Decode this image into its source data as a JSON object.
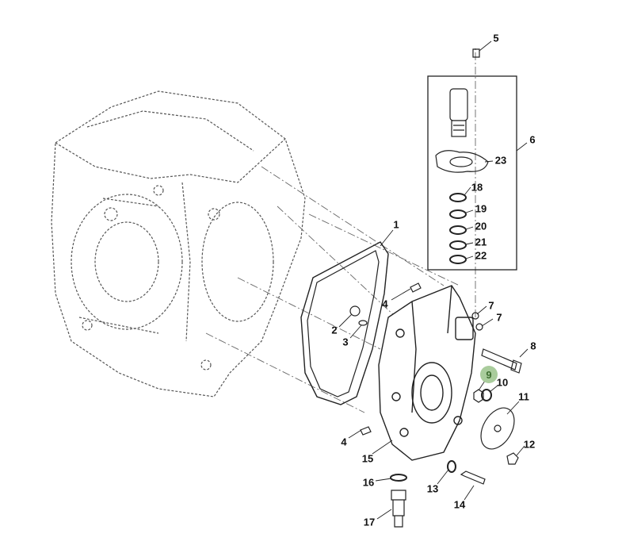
{
  "callouts": [
    {
      "id": "c1",
      "label": "1"
    },
    {
      "id": "c2",
      "label": "2"
    },
    {
      "id": "c3",
      "label": "3"
    },
    {
      "id": "c4a",
      "label": "4"
    },
    {
      "id": "c4b",
      "label": "4"
    },
    {
      "id": "c5",
      "label": "5"
    },
    {
      "id": "c6",
      "label": "6"
    },
    {
      "id": "c7a",
      "label": "7"
    },
    {
      "id": "c7b",
      "label": "7"
    },
    {
      "id": "c8",
      "label": "8"
    },
    {
      "id": "c9",
      "label": "9"
    },
    {
      "id": "c10",
      "label": "10"
    },
    {
      "id": "c11",
      "label": "11"
    },
    {
      "id": "c12",
      "label": "12"
    },
    {
      "id": "c13",
      "label": "13"
    },
    {
      "id": "c14",
      "label": "14"
    },
    {
      "id": "c15",
      "label": "15"
    },
    {
      "id": "c16",
      "label": "16"
    },
    {
      "id": "c17",
      "label": "17"
    },
    {
      "id": "c18",
      "label": "18"
    },
    {
      "id": "c19",
      "label": "19"
    },
    {
      "id": "c20",
      "label": "20"
    },
    {
      "id": "c21",
      "label": "21"
    },
    {
      "id": "c22",
      "label": "22"
    },
    {
      "id": "c23",
      "label": "23"
    }
  ],
  "colors": {
    "highlight_bg": "#a9cc9c",
    "highlight_text": "#3e6e30",
    "line": "#222222"
  }
}
